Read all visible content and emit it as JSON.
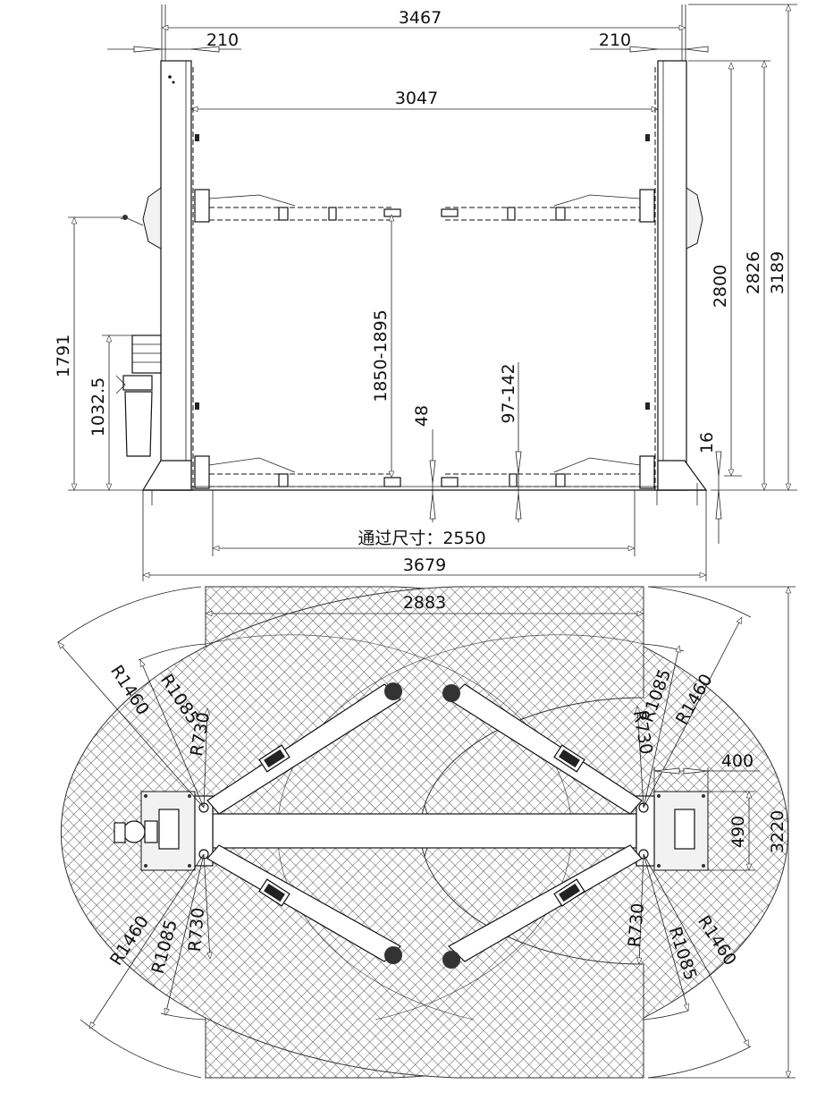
{
  "front_view": {
    "overall_width_top": "3467",
    "column_offset_left": "210",
    "column_offset_right": "210",
    "inner_width": "3047",
    "lift_height_range": "1850-1895",
    "min_pad_height": "48",
    "pad_adjust_range": "97-142",
    "floor_plate_height": "16",
    "height_2800": "2800",
    "height_2826": "2826",
    "overall_height": "3189",
    "handle_height": "1791",
    "motor_height": "1032.5",
    "drive_through_label": "通过尺寸：2550",
    "overall_base_width": "3679"
  },
  "plan_view": {
    "arm_sweep_width": "2883",
    "radius_outer": "R1460",
    "radius_mid": "R1085",
    "radius_inner": "R730",
    "base_width": "400",
    "base_depth": "490",
    "overall_depth": "3220"
  },
  "icons": {
    "arrowhead": "triangle-arrowhead",
    "hatch": "cross-hatch-pattern"
  }
}
